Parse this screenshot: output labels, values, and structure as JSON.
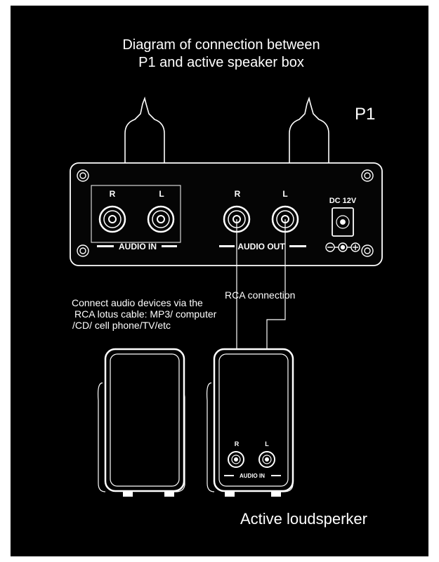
{
  "title": {
    "line1": "Diagram of connection between",
    "line2": "P1  and active speaker box"
  },
  "device": {
    "model": "P1",
    "audio_in": {
      "label": "AUDIO IN",
      "r": "R",
      "l": "L"
    },
    "audio_out": {
      "label": "AUDIO OUT",
      "r": "R",
      "l": "L"
    },
    "power": {
      "label": "DC 12V"
    }
  },
  "annotations": {
    "source_note": [
      "Connect audio devices via the",
      "RCA lotus cable: MP3/ computer",
      "/CD/ cell phone/TV/etc"
    ],
    "rca_connection": "RCA connection"
  },
  "speaker": {
    "audio_in": {
      "label": "AUDIO IN",
      "r": "R",
      "l": "L"
    },
    "caption": "Active loudsperker"
  },
  "colors": {
    "background": "#000000",
    "frame": "#ffffff",
    "line": "#ffffff",
    "panel_fill": "#050505"
  }
}
